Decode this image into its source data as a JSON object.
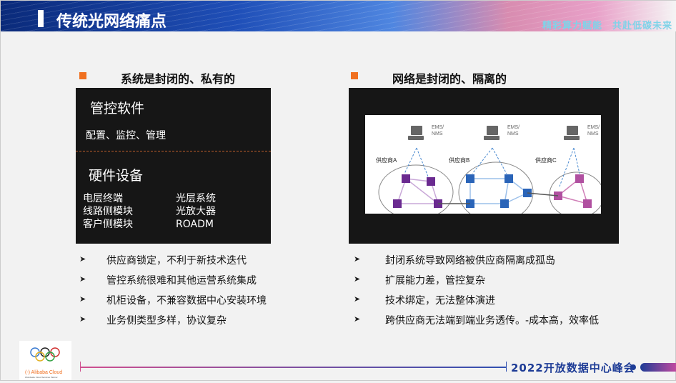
{
  "header": {
    "title": "传统光网络痛点",
    "slogan": "精彩算力赋能　共赴低碳未来"
  },
  "left": {
    "heading": "系统是封闭的、私有的",
    "software_title": "管控软件",
    "software_desc": "配置、监控、管理",
    "hardware_title": "硬件设备",
    "hw_col1": [
      "电层终端",
      "线路侧模块",
      "客户侧模块"
    ],
    "hw_col2": [
      "光层系统",
      "光放大器",
      "ROADM"
    ],
    "bullets": [
      "供应商锁定，不利于新技术迭代",
      "管控系统很难和其他运营系统集成",
      "机柜设备，不兼容数据中心安装环境",
      "业务侧类型多样，协议复杂"
    ]
  },
  "right": {
    "heading": "网络是封闭的、隔离的",
    "diagram": {
      "ems_label": "EMS/\nNMS",
      "vendors": [
        "供应商A",
        "供应商B",
        "供应商C"
      ],
      "colors": {
        "a": "#6a2a90",
        "b": "#2a64b8",
        "c": "#b050a0"
      }
    },
    "bullets": [
      "封闭系统导致网络被供应商隔离成孤岛",
      "扩展能力差，管控复杂",
      "技术绑定，无法整体演进",
      "跨供应商无法端到端业务透传。-成本高，效率低"
    ]
  },
  "footer": {
    "event": "2022开放数据中心峰会",
    "logo_text": "Alibaba Cloud",
    "logo_sub": "Worldwide Cloud Services Partner"
  },
  "bullet_glyph": "➤"
}
